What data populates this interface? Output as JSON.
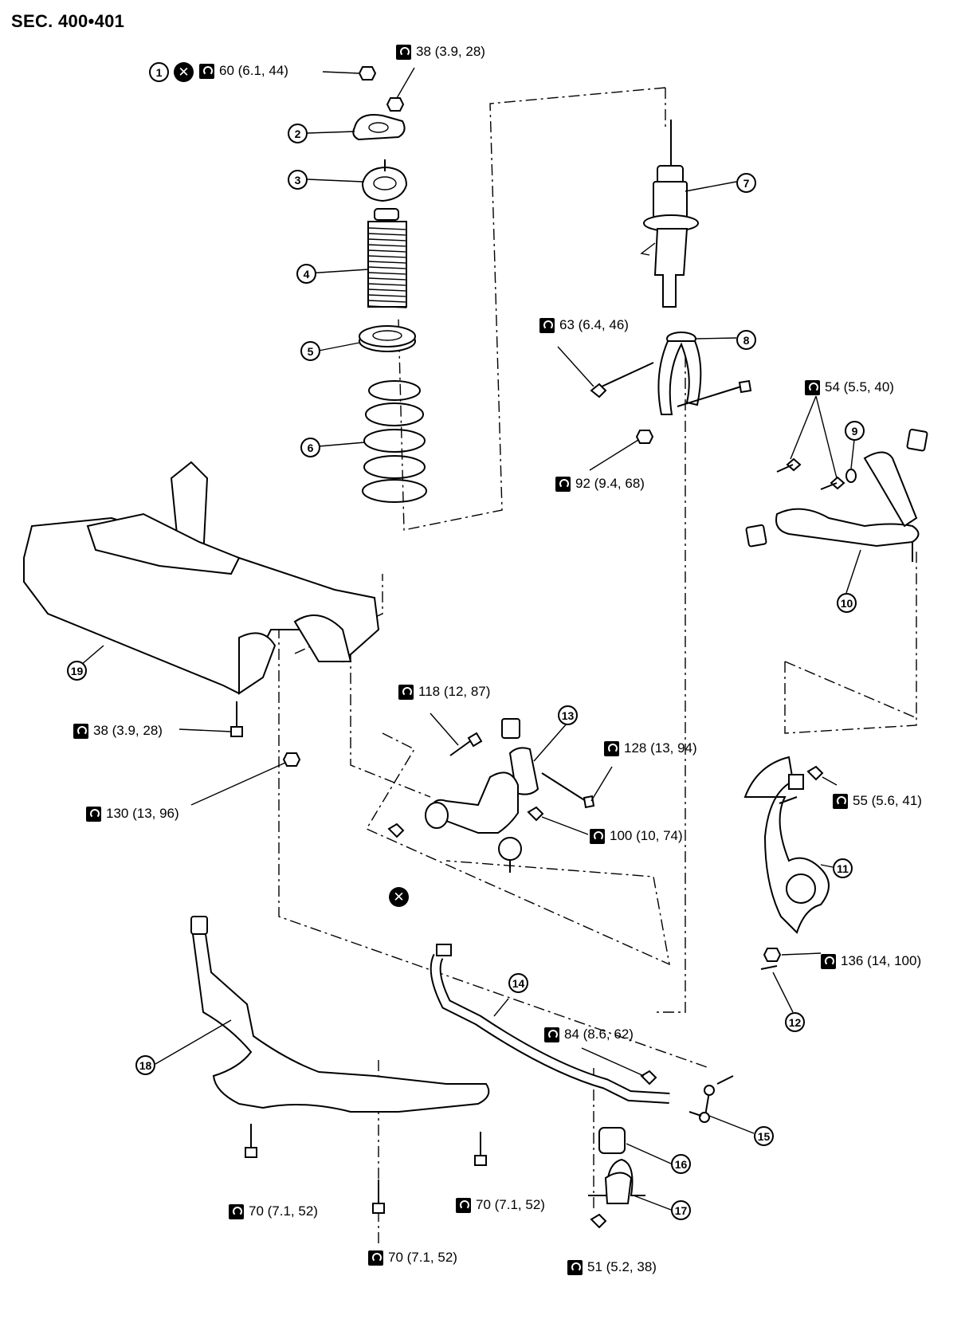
{
  "section_title": "SEC. 400•401",
  "icons": {
    "torque": "torque-wrench-icon",
    "no_reuse": "do-not-reuse-icon"
  },
  "callouts": {
    "c1": "1",
    "c2": "2",
    "c3": "3",
    "c4": "4",
    "c5": "5",
    "c6": "6",
    "c7": "7",
    "c8": "8",
    "c9": "9",
    "c10": "10",
    "c11": "11",
    "c12": "12",
    "c13": "13",
    "c14": "14",
    "c15": "15",
    "c16": "16",
    "c17": "17",
    "c18": "18",
    "c19": "19"
  },
  "torques": {
    "t_nut_top": "60 (6.1, 44)",
    "t_mount_nut": "38 (3.9, 28)",
    "t_fork_bolt": "63 (6.4, 46)",
    "t_fork_nut": "92 (9.4, 68)",
    "t_upper_arm": "54 (5.5, 40)",
    "t_member_bolt": "38 (3.9, 28)",
    "t_member_nut": "130 (13, 96)",
    "t_lower_bolt": "118 (12, 87)",
    "t_lower_bolt2": "128 (13, 94)",
    "t_lower_nut": "100 (10, 74)",
    "t_knuckle_nut": "55 (5.6, 41)",
    "t_hub_nut": "136 (14, 100)",
    "t_link_nut": "84 (8.6, 62)",
    "t_gusset_left": "70 (7.1, 52)",
    "t_gusset_right": "70 (7.1, 52)",
    "t_gusset_center": "70 (7.1, 52)",
    "t_clamp_nut": "51 (5.2, 38)"
  }
}
